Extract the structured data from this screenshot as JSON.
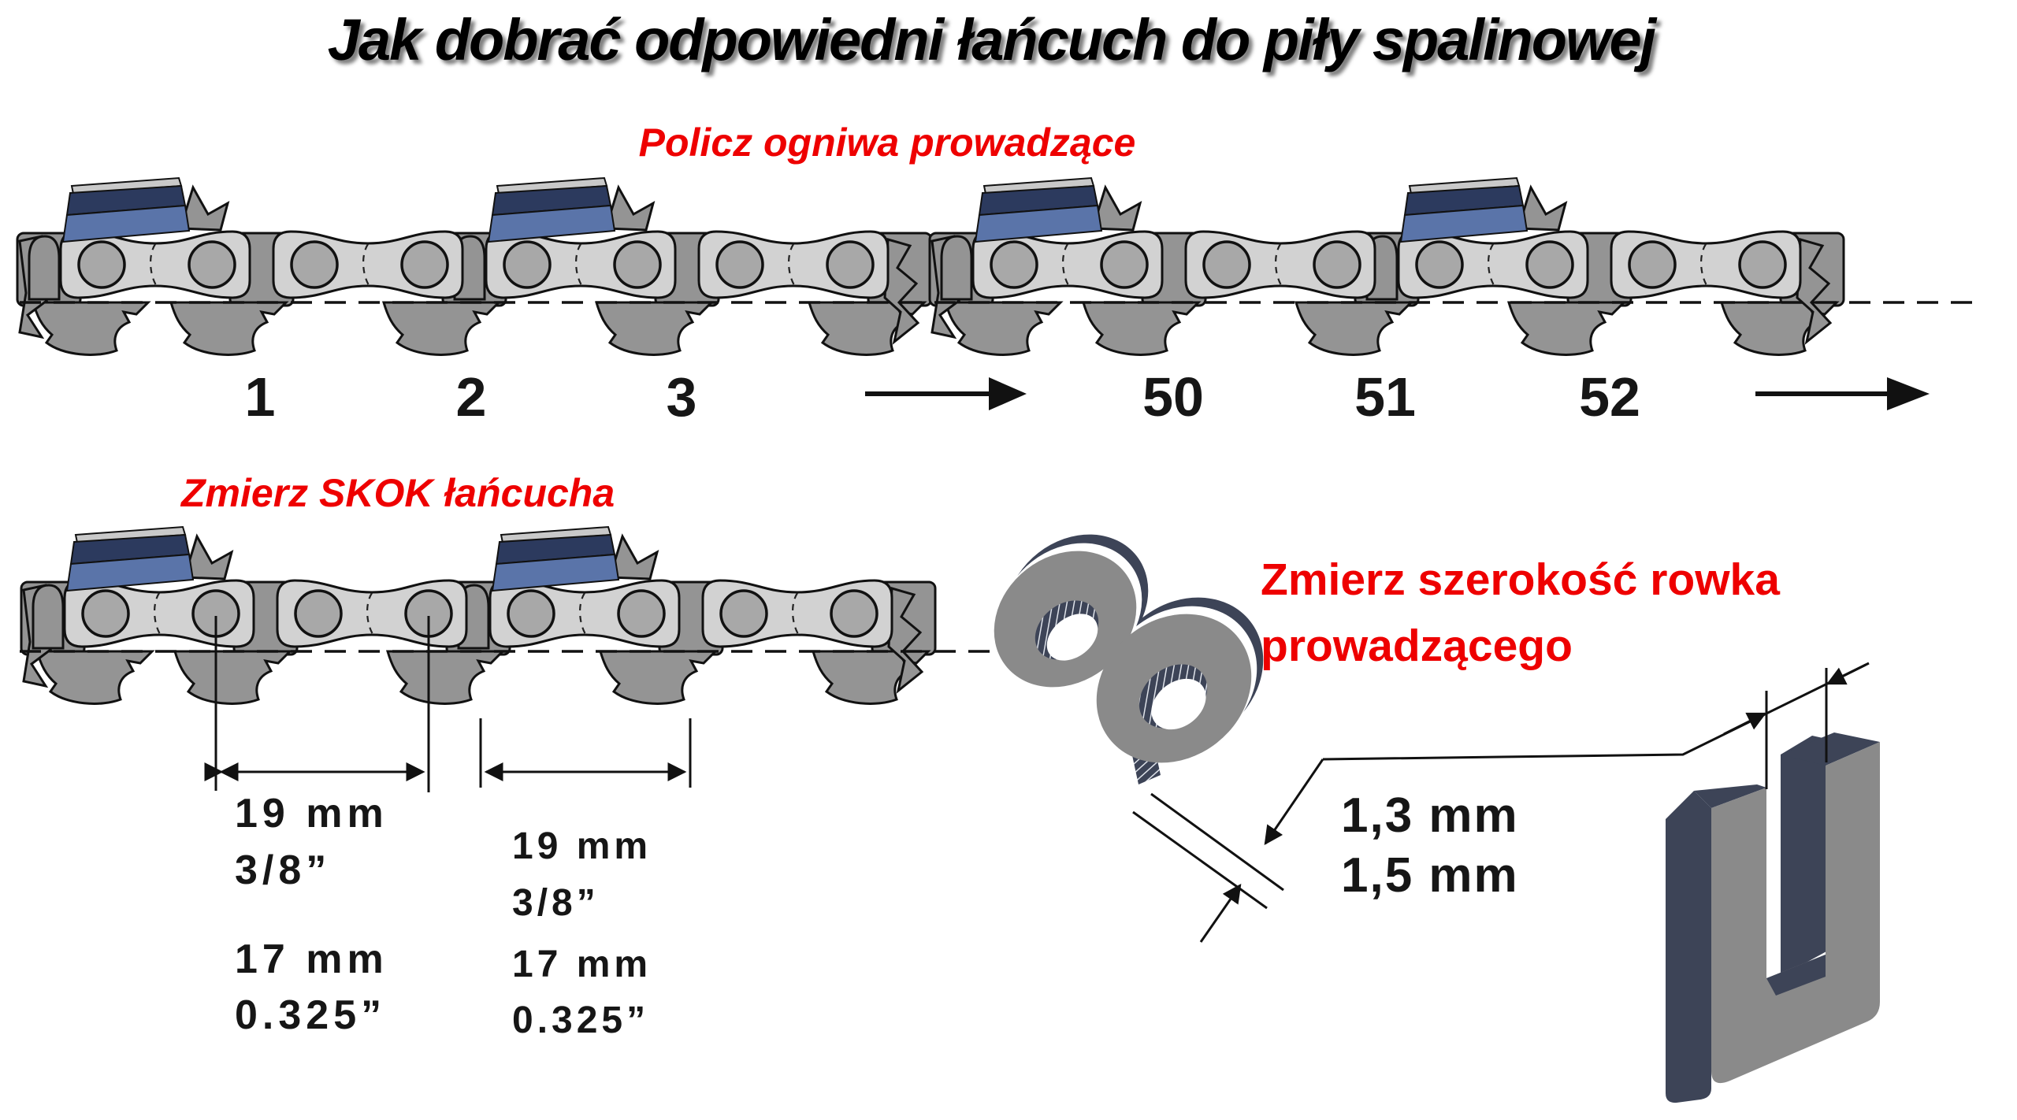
{
  "title": "Jak dobrać odpowiedni łańcuch do piły spalinowej",
  "colors": {
    "accent_red": "#ee0000",
    "chain_light_gray": "#d2d2d2",
    "chain_mid_gray": "#949494",
    "rivet_gray": "#a8a8a8",
    "cutter_blue": "#5a74a9",
    "cutter_navy": "#2c3a5e",
    "steel_navy": "#3d4457",
    "steel_gray": "#8a8a8a"
  },
  "section_count": {
    "heading": "Policz ogniwa prowadzące",
    "labels_left": [
      "1",
      "2",
      "3"
    ],
    "labels_right": [
      "50",
      "51",
      "52"
    ]
  },
  "section_pitch": {
    "heading": "Zmierz SKOK łańcucha",
    "left": {
      "mm_a": "19 mm",
      "inch_a": "3/8”",
      "mm_b": "17 mm",
      "inch_b": "0.325”"
    },
    "right": {
      "mm_a": "19 mm",
      "inch_a": "3/8”",
      "mm_b": "17 mm",
      "inch_b": "0.325”"
    }
  },
  "section_groove": {
    "heading_line1": "Zmierz szerokość rowka",
    "heading_line2": "prowadzącego",
    "width_narrow": "1,3 mm",
    "width_wide": "1,5 mm"
  }
}
